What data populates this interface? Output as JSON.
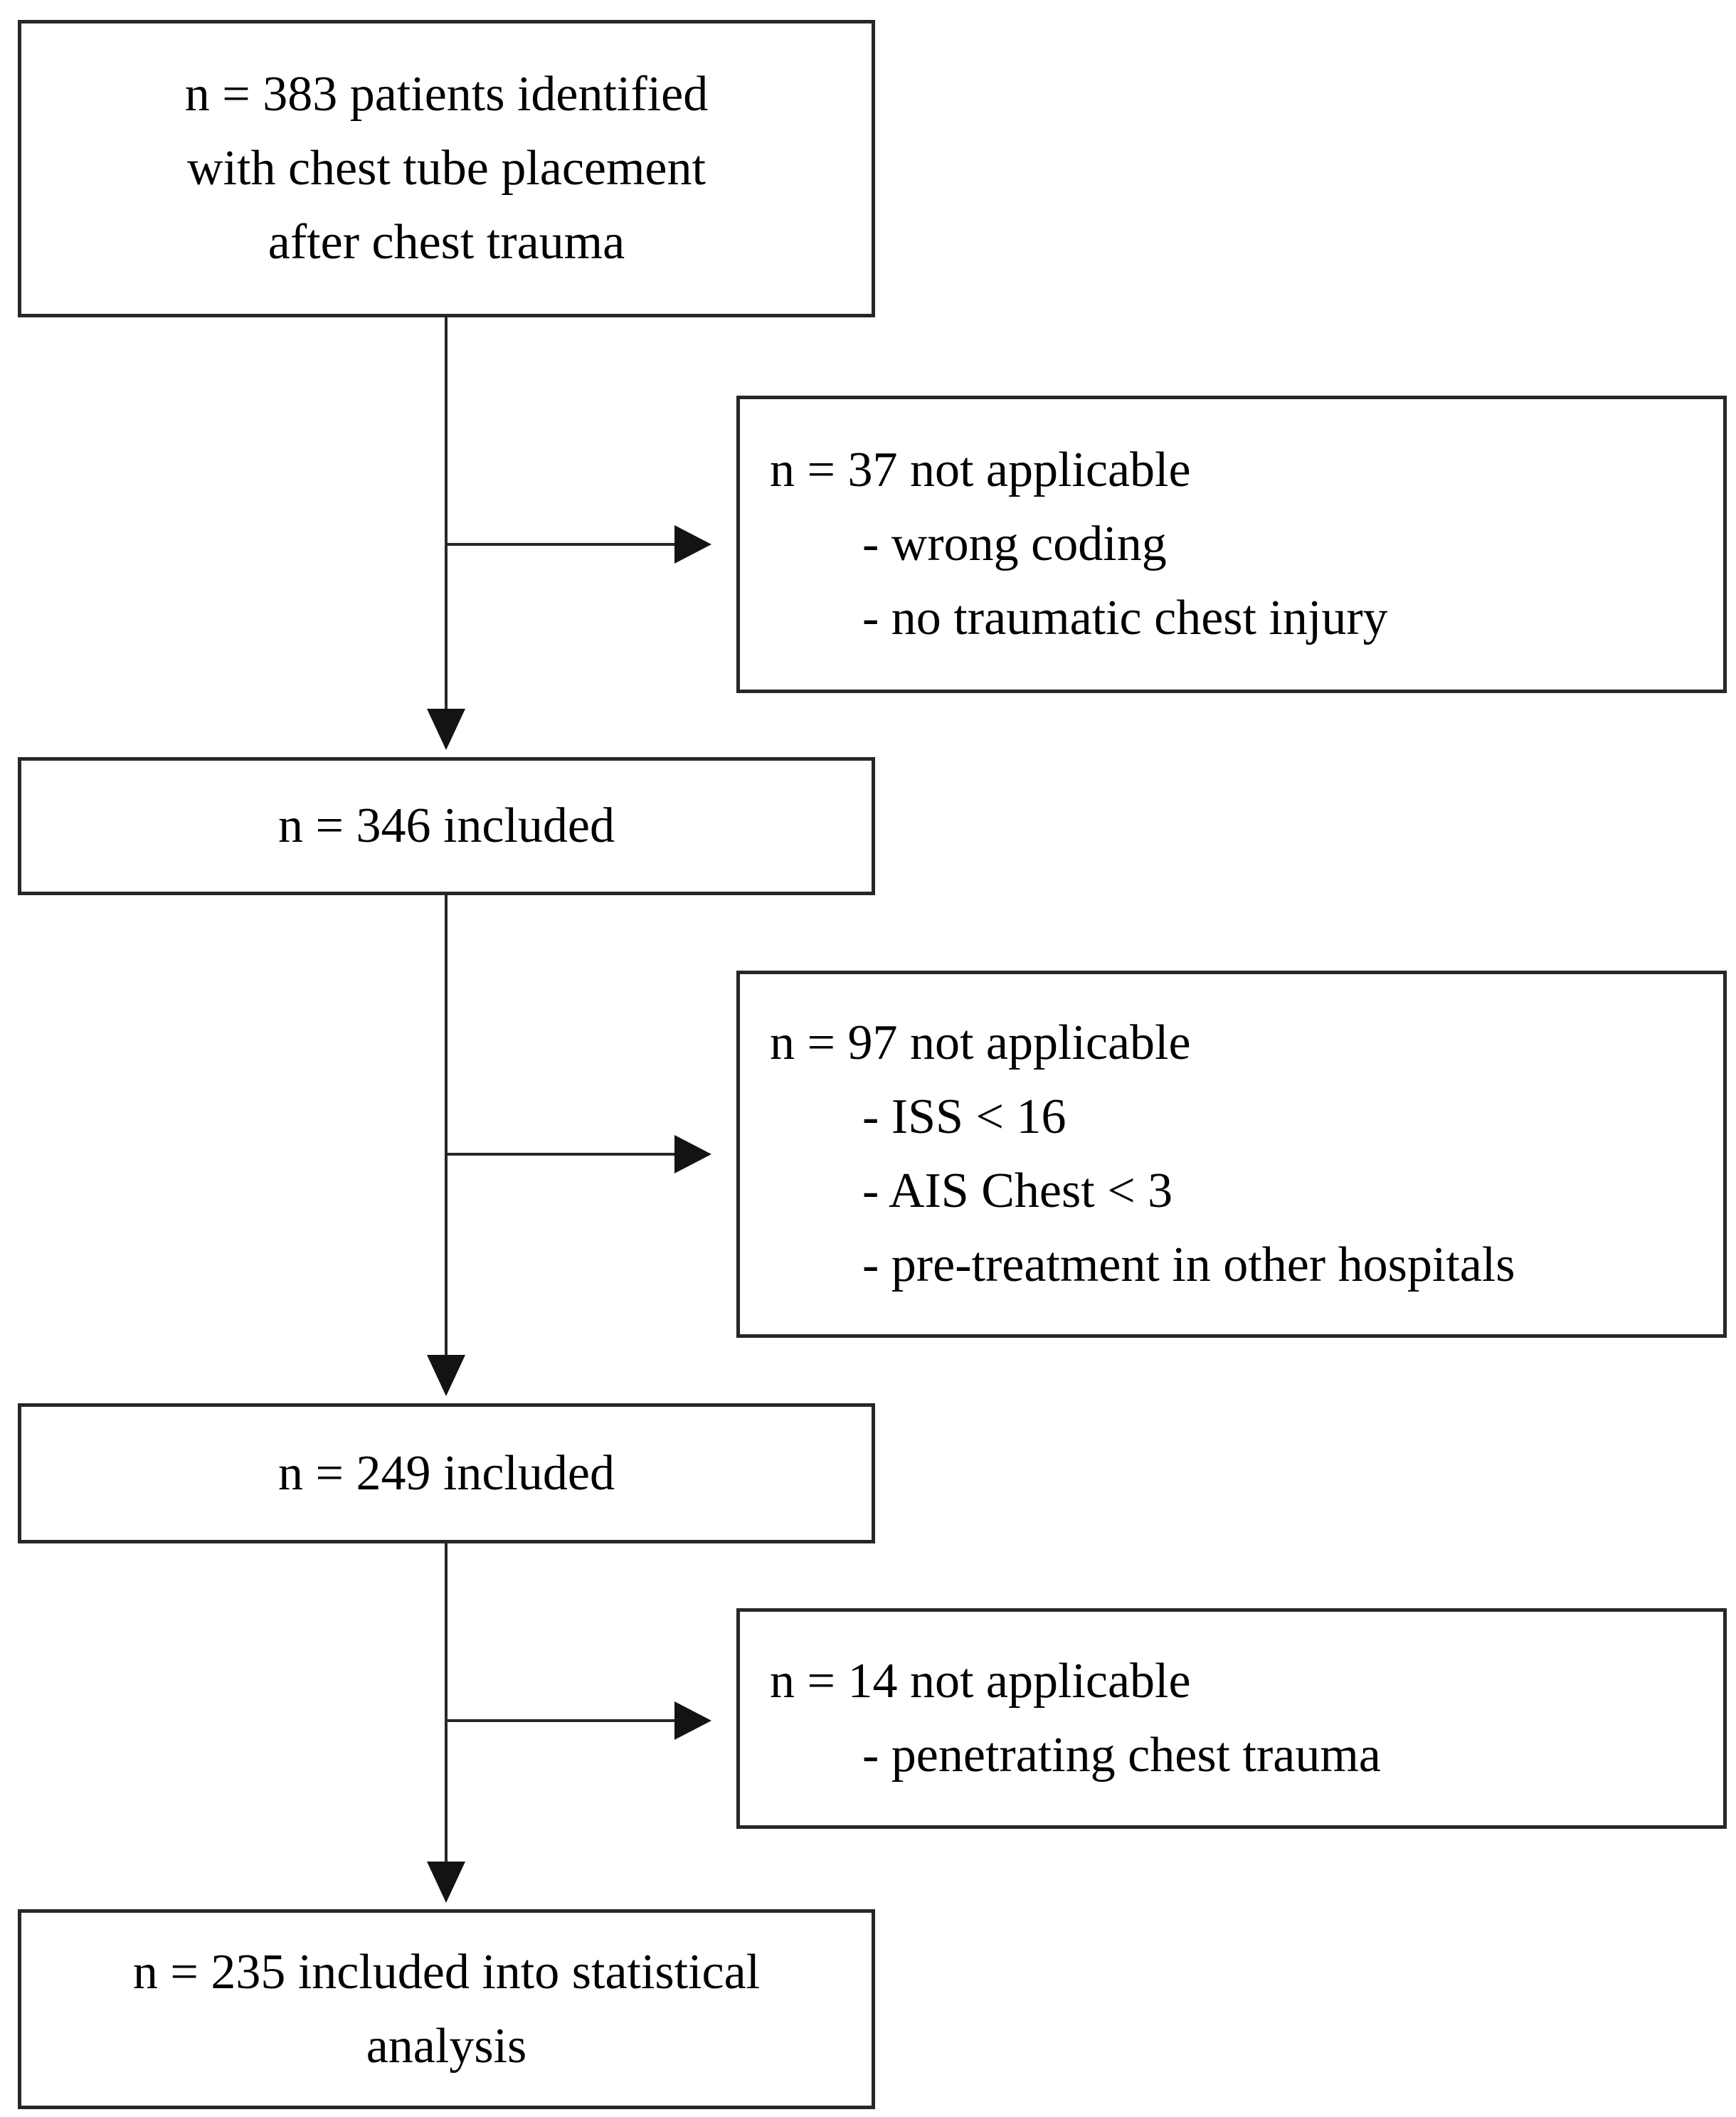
{
  "figure": {
    "background_color": "#ffffff",
    "line_color": "#272727",
    "text_color": "#000000"
  },
  "nodes": {
    "identified": {
      "lines": [
        "n = 383 patients identified",
        "with chest tube placement",
        "after chest trauma"
      ]
    },
    "excluded_37": {
      "title": "n = 37 not applicable",
      "items": [
        "- wrong coding",
        "- no traumatic chest injury"
      ]
    },
    "included_346": {
      "label": "n = 346 included"
    },
    "excluded_97": {
      "title": "n = 97 not applicable",
      "items": [
        "- ISS < 16",
        "- AIS Chest < 3",
        "- pre-treatment in other hospitals"
      ]
    },
    "included_249": {
      "label": "n = 249 included"
    },
    "excluded_14": {
      "title": "n = 14 not applicable",
      "items": [
        "- penetrating chest trauma"
      ]
    },
    "final": {
      "lines": [
        "n = 235 included into statistical",
        "analysis"
      ]
    }
  }
}
